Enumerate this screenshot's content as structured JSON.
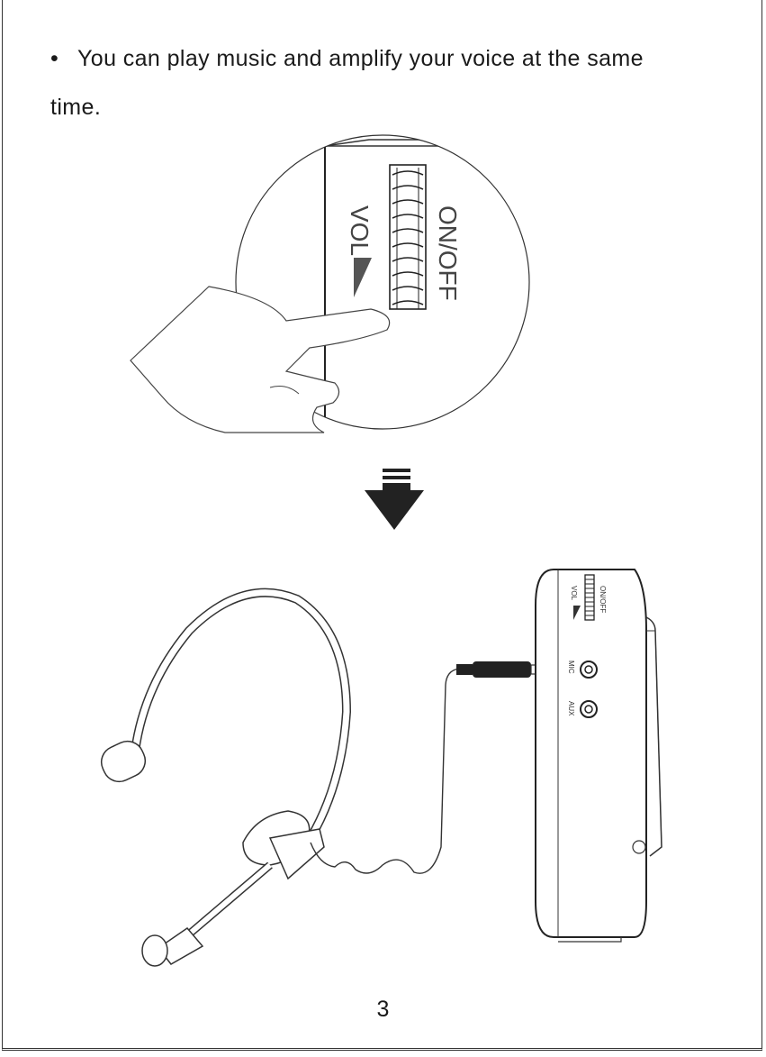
{
  "instruction": {
    "bullet": "•",
    "line1": "You can play music and amplify your voice at the same",
    "line2": "time."
  },
  "closeup": {
    "vol_label": "VOL",
    "power_label": "ON/OFF"
  },
  "device": {
    "power_label": "ON/OFF",
    "vol_label": "VOL",
    "mic_label": "MIC",
    "aux_label": "AUX"
  },
  "footer": {
    "page_number": "3"
  }
}
